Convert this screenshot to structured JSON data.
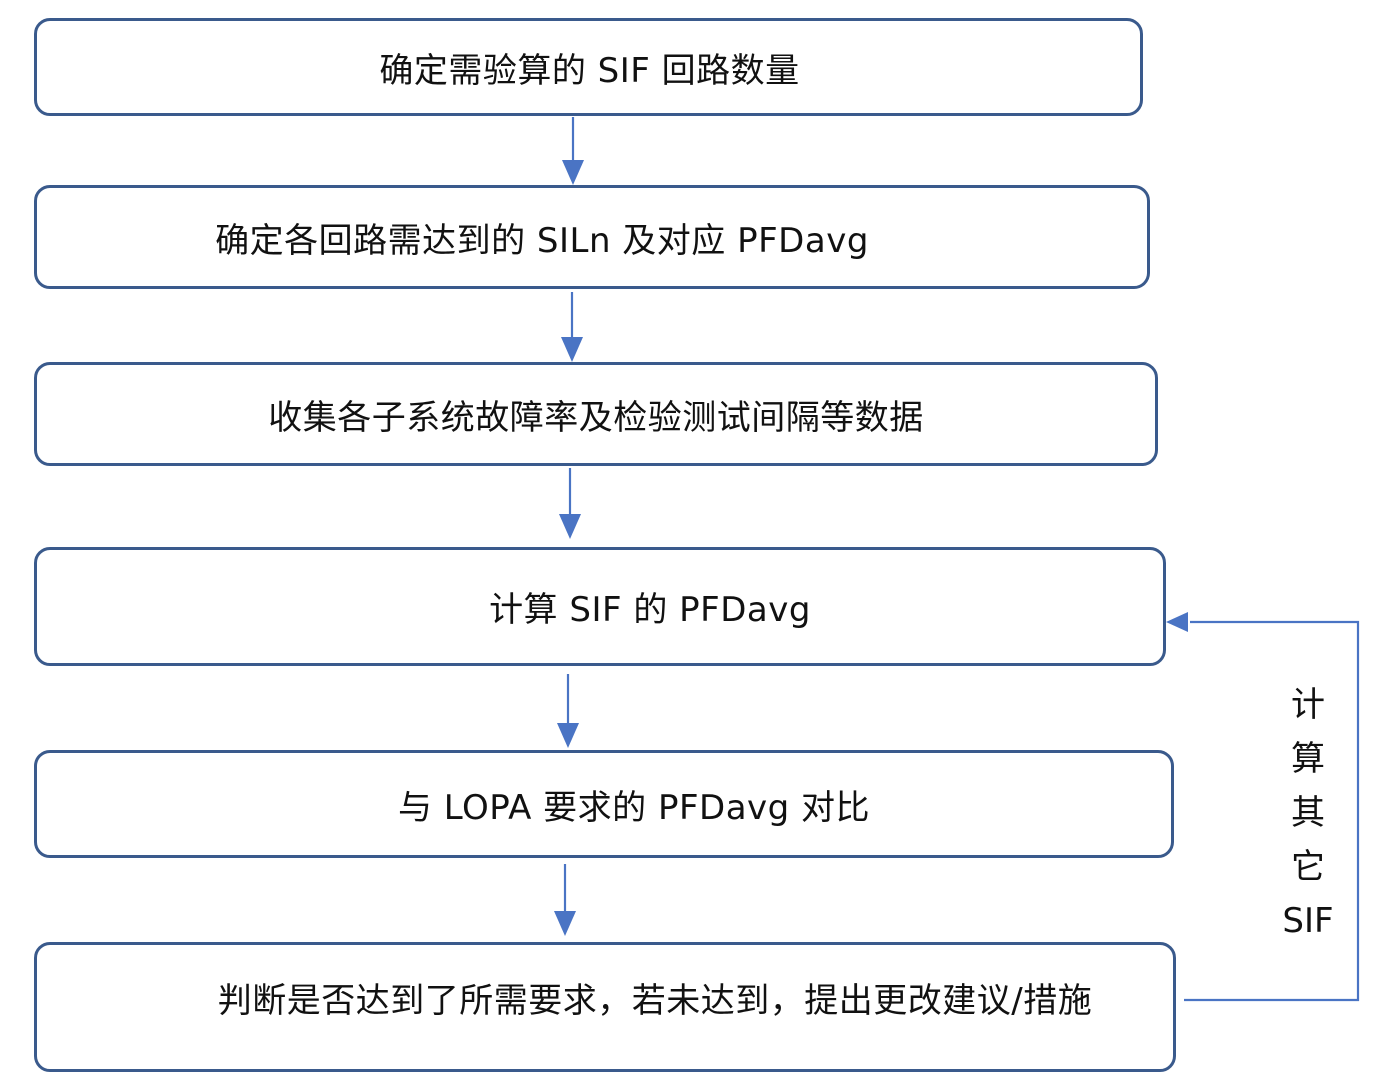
{
  "flowchart": {
    "steps": [
      {
        "id": 1,
        "text": "确定需验算的 SIF 回路数量"
      },
      {
        "id": 2,
        "text": "确定各回路需达到的 SILn 及对应 PFDavg"
      },
      {
        "id": 3,
        "text": "收集各子系统故障率及检验测试间隔等数据"
      },
      {
        "id": 4,
        "text": "计算 SIF 的 PFDavg"
      },
      {
        "id": 5,
        "text": "与 LOPA 要求的 PFDavg 对比"
      },
      {
        "id": 6,
        "text": "判断是否达到了所需要求，若未达到，提出更改建议/措施"
      }
    ],
    "loop_label": [
      "计",
      "算",
      "其",
      "它",
      "SIF"
    ],
    "colors": {
      "box_border": "#3a5a8c",
      "arrow": "#4a74c4",
      "text": "#111111"
    }
  }
}
